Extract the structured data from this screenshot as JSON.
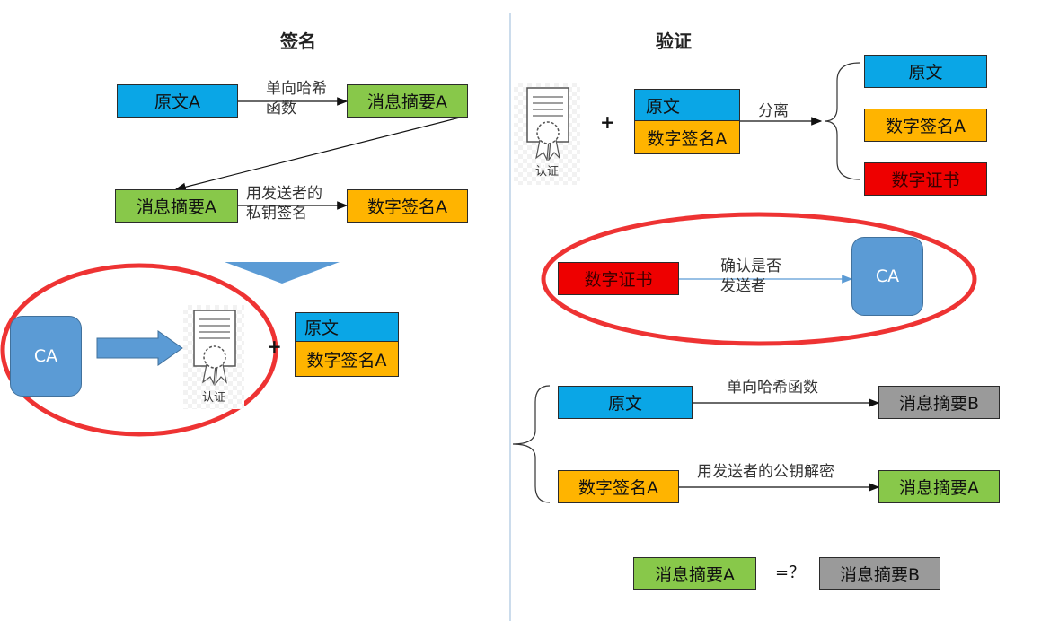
{
  "sign": {
    "title": "签名",
    "original_a": "原文A",
    "hash_label": "单向哈希\n函数",
    "digest_a_1": "消息摘要A",
    "digest_a_2": "消息摘要A",
    "sign_label": "用发送者的\n私钥签名",
    "signature_a": "数字签名A",
    "ca": "CA",
    "cert_label": "认证",
    "bundle_original": "原文",
    "bundle_signature": "数字签名A"
  },
  "verify": {
    "title": "验证",
    "cert_label": "认证",
    "bundle_original": "原文",
    "bundle_signature": "数字签名A",
    "split_label": "分离",
    "out_original": "原文",
    "out_signature": "数字签名A",
    "out_certificate": "数字证书",
    "cert_box": "数字证书",
    "confirm_label": "确认是否\n发送者",
    "ca": "CA",
    "hash_label": "单向哈希函数",
    "original": "原文",
    "digest_b": "消息摘要B",
    "decrypt_label": "用发送者的公钥解密",
    "signature": "数字签名A",
    "digest_a": "消息摘要A",
    "compare_left": "消息摘要A",
    "compare_op": "=？",
    "compare_right": "消息摘要B"
  },
  "colors": {
    "original": "#0aa6e6",
    "digest": "#88c84a",
    "signature": "#ffb400",
    "certificate": "#ee0000",
    "digest_b": "#9a9a9a",
    "ca": "#5b9bd5",
    "highlight_ellipse": "#ee3333"
  },
  "icons": [
    "certificate-icon",
    "down-arrow",
    "right-arrow"
  ]
}
